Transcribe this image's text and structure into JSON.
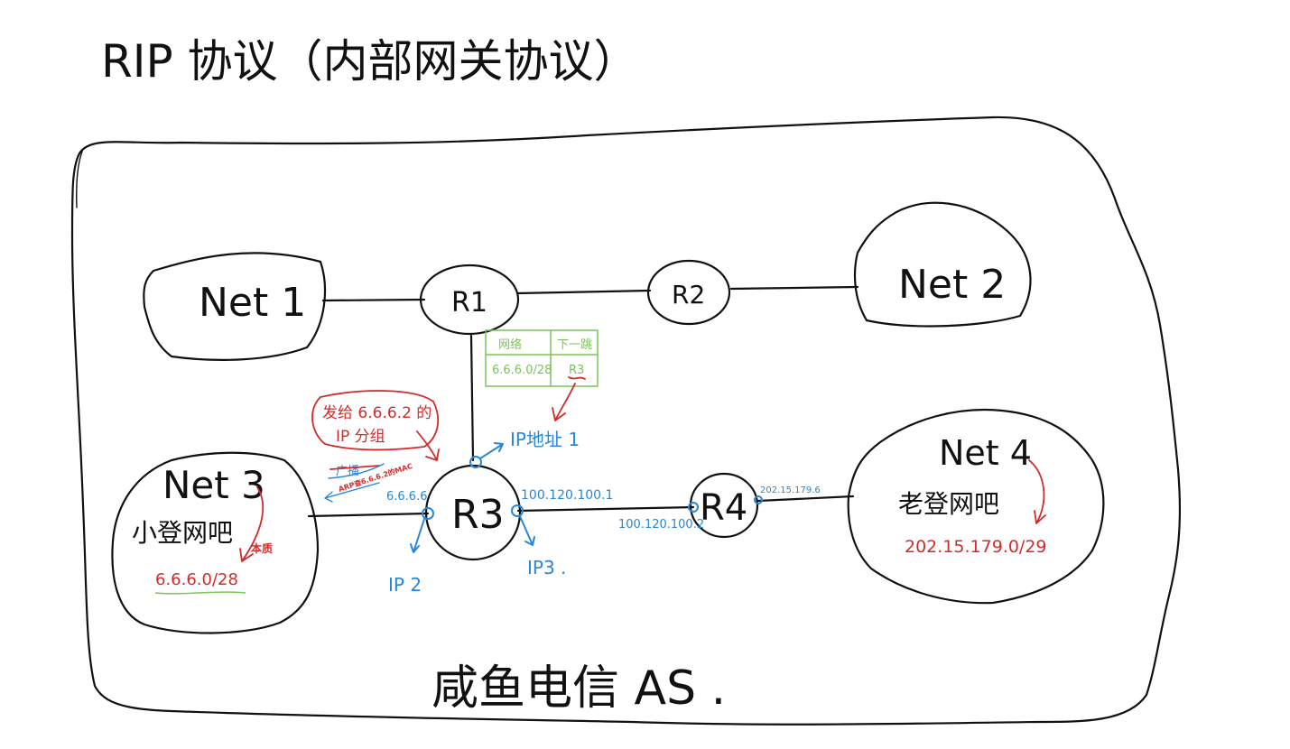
{
  "title": "RIP 协议（内部网关协议）",
  "as_label": "咸鱼电信 AS .",
  "nodes": {
    "net1": "Net 1",
    "net2": "Net 2",
    "net3": "Net 3",
    "net3_sub": "小登网吧",
    "net3_addr": "6.6.6.0/28",
    "net4": "Net 4",
    "net4_sub": "老登网吧",
    "net4_addr": "202.15.179.0/29",
    "r1": "R1",
    "r2": "R2",
    "r3": "R3",
    "r4": "R4"
  },
  "interfaces": {
    "r3_left": "6.6.6.6",
    "r3_right": "100.120.100.1",
    "r4_left": "100.120.100.2",
    "r4_right": "202.15.179.6",
    "ip1": "IP地址 1",
    "ip2": "IP 2",
    "ip3": "IP3 ."
  },
  "routing_table": {
    "headers": [
      "网络",
      "下一跳"
    ],
    "rows": [
      [
        "6.6.6.0/28",
        "R3"
      ]
    ]
  },
  "annotations": {
    "send_packet_line1": "发给 6.6.6.2 的",
    "send_packet_line2": "IP 分组",
    "broadcast": "广播",
    "arp": "ARP查6.6.6.2的MAC",
    "local": "本质"
  },
  "colors": {
    "ink": "#111111",
    "blue": "#2a86d6",
    "red": "#d42a2a",
    "green": "#7cc35c"
  }
}
